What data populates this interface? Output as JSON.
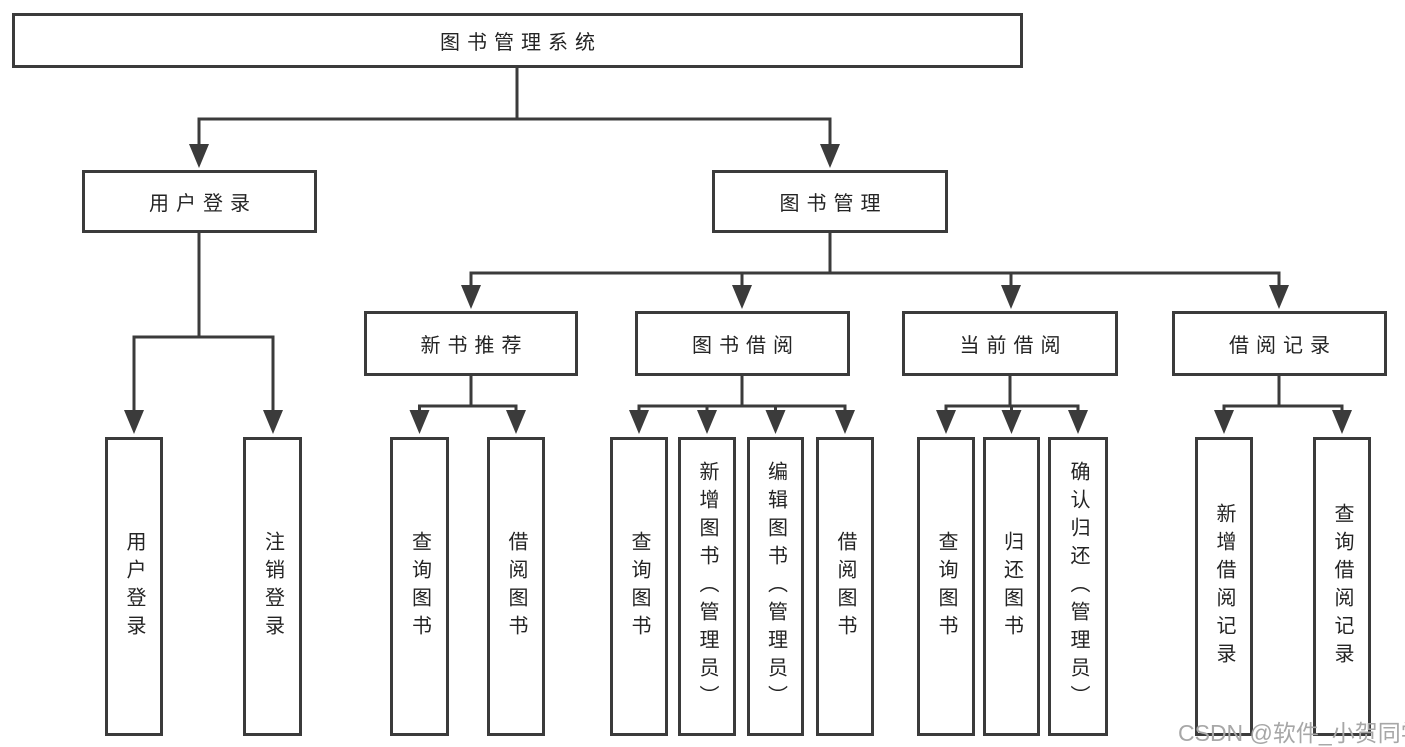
{
  "diagram": {
    "title": "图书管理系统",
    "nodes": {
      "root": {
        "label": "图书管理系统",
        "children": [
          "user_login",
          "book_mgmt"
        ]
      },
      "user_login": {
        "label": "用户登录",
        "children": [
          "login",
          "logout"
        ]
      },
      "book_mgmt": {
        "label": "图书管理",
        "children": [
          "new_book_rec",
          "book_borrow",
          "current_borrow",
          "borrow_records"
        ]
      },
      "new_book_rec": {
        "label": "新书推荐",
        "children": [
          "rec_query_books",
          "rec_borrow_books"
        ]
      },
      "book_borrow": {
        "label": "图书借阅",
        "children": [
          "bb_query_books",
          "bb_add_books",
          "bb_edit_books",
          "bb_borrow_books"
        ]
      },
      "current_borrow": {
        "label": "当前借阅",
        "children": [
          "cb_query_books",
          "cb_return_books",
          "cb_confirm_return"
        ]
      },
      "borrow_records": {
        "label": "借阅记录",
        "children": [
          "br_add_record",
          "br_query_record"
        ]
      },
      "login": {
        "label": "用户登录"
      },
      "logout": {
        "label": "注销登录"
      },
      "rec_query_books": {
        "label": "查询图书"
      },
      "rec_borrow_books": {
        "label": "借阅图书"
      },
      "bb_query_books": {
        "label": "查询图书"
      },
      "bb_add_books": {
        "label": "新增图书（管理员）"
      },
      "bb_edit_books": {
        "label": "编辑图书（管理员）"
      },
      "bb_borrow_books": {
        "label": "借阅图书"
      },
      "cb_query_books": {
        "label": "查询图书"
      },
      "cb_return_books": {
        "label": "归还图书"
      },
      "cb_confirm_return": {
        "label": "确认归还（管理员）"
      },
      "br_add_record": {
        "label": "新增借阅记录"
      },
      "br_query_record": {
        "label": "查询借阅记录"
      }
    }
  },
  "watermark": {
    "text": "CSDN @软件_小贺同学"
  },
  "colors": {
    "line": "#3b3b3b",
    "text": "#242424",
    "background": "#ffffff",
    "watermark": "#a7a7a7"
  }
}
